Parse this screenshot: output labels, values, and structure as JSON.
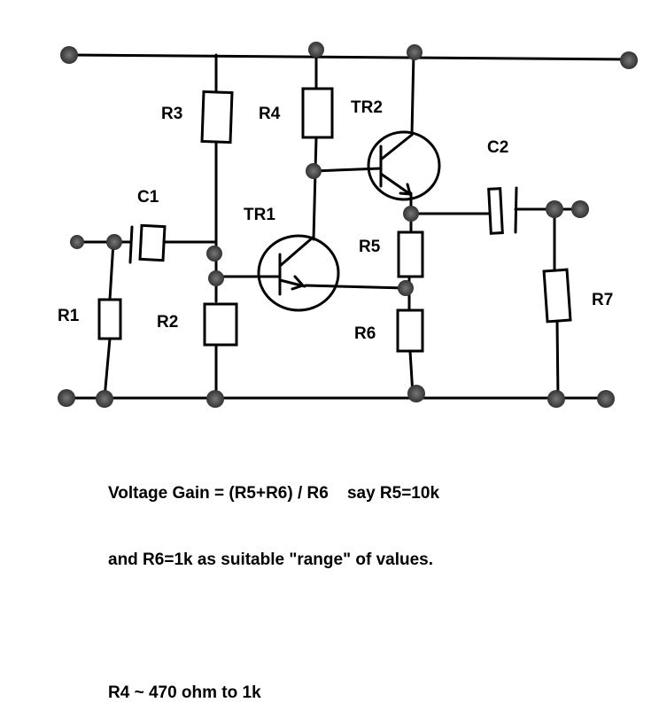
{
  "components": {
    "r1": "R1",
    "r2": "R2",
    "r3": "R3",
    "r4": "R4",
    "r5": "R5",
    "r6": "R6",
    "r7": "R7",
    "c1": "C1",
    "c2": "C2",
    "tr1": "TR1",
    "tr2": "TR2"
  },
  "notes": {
    "line1": "Voltage Gain = (R5+R6) / R6    say R5=10k",
    "line2": "and R6=1k as suitable \"range\" of values.",
    "line3": "R4 ~ 470 ohm to 1k"
  },
  "colors": {
    "ink": "#000000",
    "node": "#555555",
    "background": "#ffffff"
  }
}
